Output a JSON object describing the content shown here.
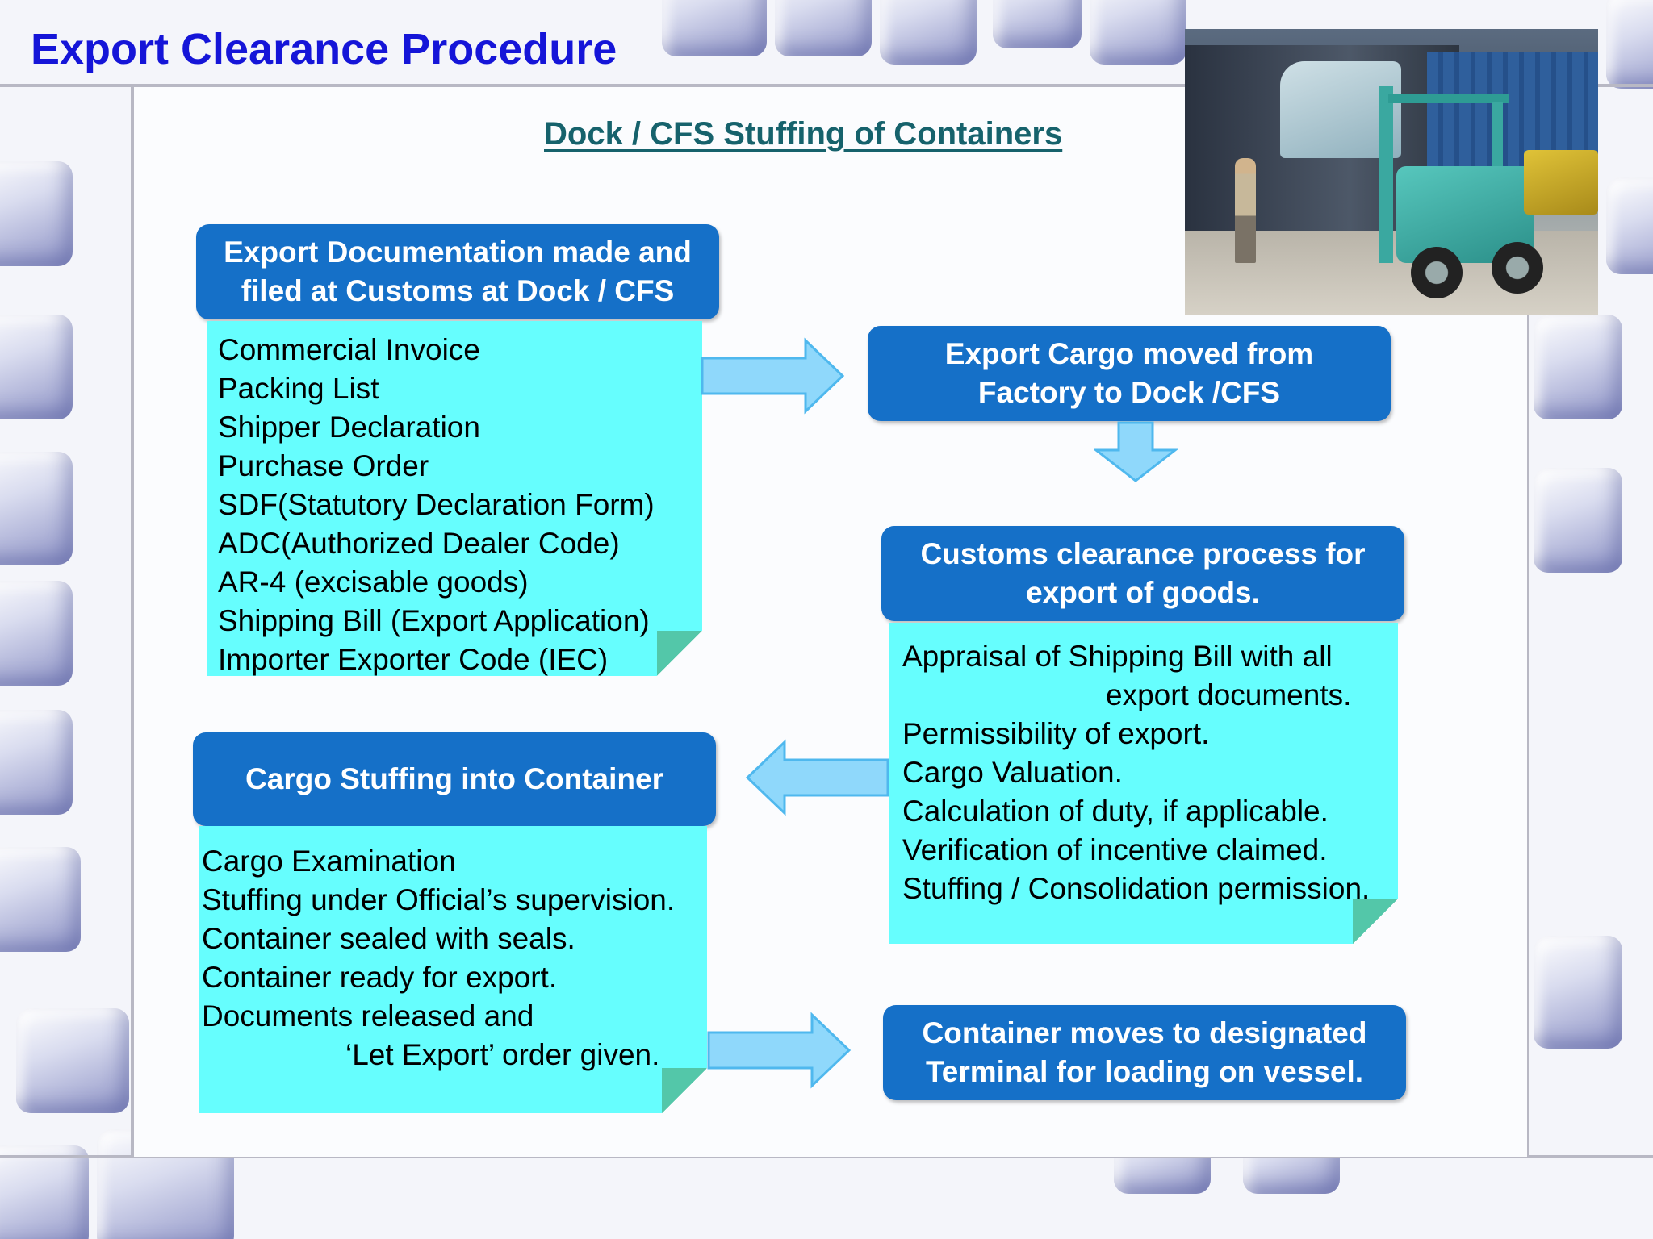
{
  "title": "Export Clearance Procedure",
  "subtitle": "Dock / CFS Stuffing of Containers",
  "steps": {
    "documentation": {
      "header": [
        "Export Documentation made and",
        "filed at Customs at Dock / CFS"
      ],
      "items": [
        "Commercial Invoice",
        "Packing List",
        "Shipper Declaration",
        "Purchase Order",
        "SDF(Statutory Declaration Form)",
        "ADC(Authorized Dealer Code)",
        "AR-4 (excisable goods)",
        "Shipping Bill (Export Application)",
        "Importer Exporter Code (IEC)"
      ]
    },
    "cargo_moved": {
      "header": [
        "Export Cargo moved from",
        "Factory to Dock /CFS"
      ]
    },
    "customs_clearance": {
      "header": [
        "Customs clearance process for",
        "export of goods."
      ],
      "items": [
        "Appraisal of Shipping Bill with all",
        "export documents.",
        "Permissibility of export.",
        "Cargo Valuation.",
        "Calculation of duty, if applicable.",
        "Verification of incentive claimed.",
        "Stuffing / Consolidation permission."
      ]
    },
    "cargo_stuffing": {
      "header": [
        "Cargo Stuffing into Container"
      ],
      "items": [
        "Cargo Examination",
        "Stuffing under Official’s supervision.",
        "Container sealed with seals.",
        "Container ready for export.",
        "Documents released and",
        "‘Let Export’ order given."
      ]
    },
    "container_moves": {
      "header": [
        "Container moves to designated",
        "Terminal for loading on vessel."
      ]
    }
  },
  "colors": {
    "title": "#1515d8",
    "subtitle": "#16626c",
    "header_box": "#1570c8",
    "note_fill": "#66fefe",
    "arrow_fill": "#8fd8fb",
    "arrow_stroke": "#4fb8ee"
  }
}
